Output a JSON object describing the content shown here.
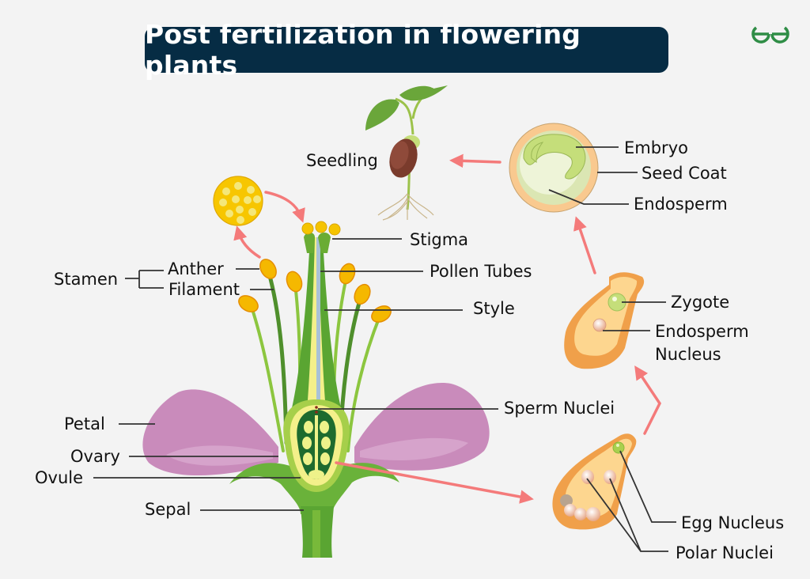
{
  "title": "Post fertilization in flowering plants",
  "logo": {
    "icon": "geeksforgeeks-logo-icon",
    "color": "#2f8d46"
  },
  "colors": {
    "background": "#f3f3f3",
    "title_bg": "#062c44",
    "arrow": "#f47a7a",
    "leader_line": "#333333",
    "petal": "#c98bbb",
    "stem": "#5aa532",
    "ovary_dark": "#1e6b2e",
    "anther": "#f5b800",
    "seed_coat": "#f9c98f",
    "embryo": "#c5de7a"
  },
  "labels": {
    "seedling": "Seedling",
    "embryo": "Embryo",
    "seed_coat": "Seed Coat",
    "endosperm": "Endosperm",
    "stigma": "Stigma",
    "pollen_tubes": "Pollen Tubes",
    "style": "Style",
    "stamen": "Stamen",
    "anther": "Anther",
    "filament": "Filament",
    "zygote": "Zygote",
    "endosperm_nucleus_line1": "Endosperm",
    "endosperm_nucleus_line2": "Nucleus",
    "sperm_nuclei": "Sperm Nuclei",
    "petal": "Petal",
    "ovary": "Ovary",
    "ovule": "Ovule",
    "sepal": "Sepal",
    "egg_nucleus": "Egg Nucleus",
    "polar_nuclei": "Polar Nuclei"
  },
  "flow": [
    "Ovule (Egg Nucleus, Polar Nuclei)",
    "Zygote + Endosperm Nucleus",
    "Seed (Embryo, Seed Coat, Endosperm)",
    "Seedling"
  ]
}
